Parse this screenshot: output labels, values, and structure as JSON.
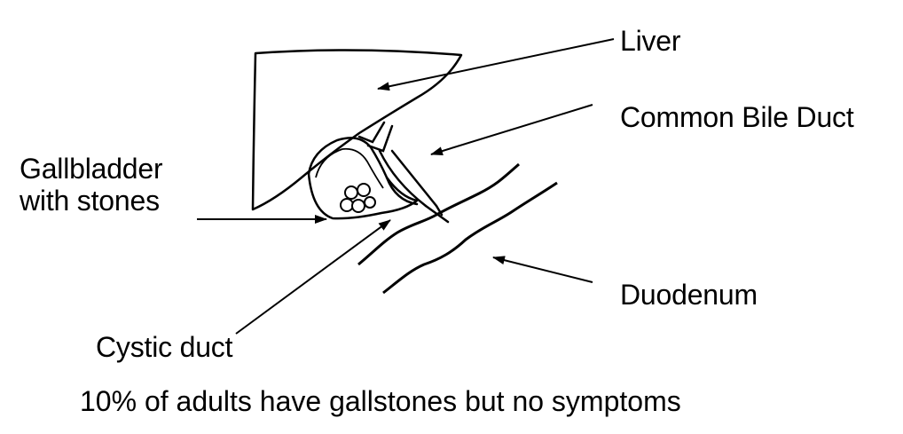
{
  "labels": {
    "liver": "Liver",
    "common_bile_duct": "Common Bile Duct",
    "gallbladder_line1": "Gallbladder",
    "gallbladder_line2": "with stones",
    "duodenum": "Duodenum",
    "cystic_duct": "Cystic duct"
  },
  "caption": "10% of adults have gallstones but no symptoms",
  "colors": {
    "ink": "#000000",
    "background": "#ffffff"
  }
}
